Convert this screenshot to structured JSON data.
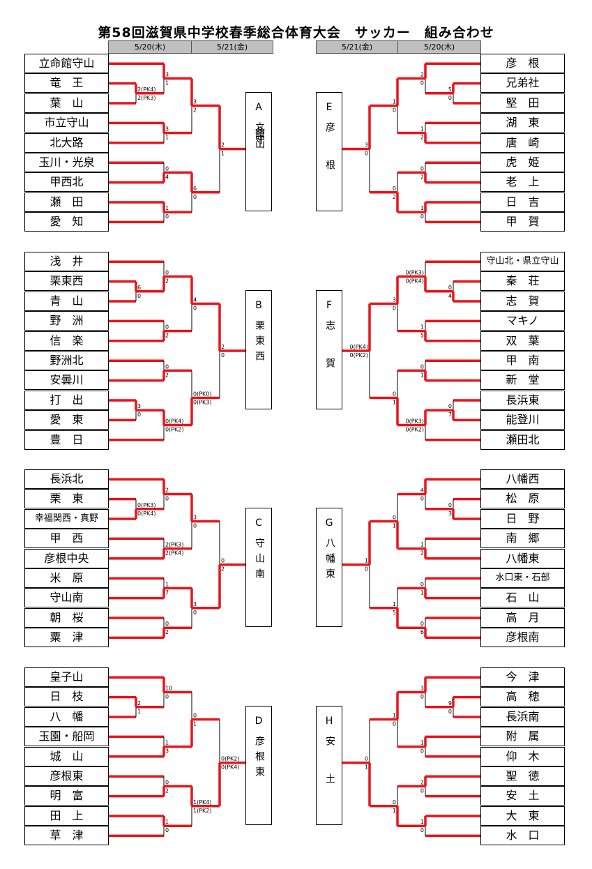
{
  "title": "第58回滋賀県中学校春季総合体育大会　サッカー　組み合わせ",
  "date_headers": {
    "left_r1": "5/20(木)",
    "left_r2": "5/21(金)",
    "right_r2": "5/21(金)",
    "right_r1": "5/20(木)"
  },
  "colors": {
    "win_line": "#e8141a",
    "line": "#000000",
    "header_bg": "#bfbfbf"
  },
  "blocks": [
    {
      "side": "left",
      "letter": "A",
      "winner": "立命館守山",
      "teams": [
        "立命館守山",
        "竜　王",
        "葉　山",
        "市立守山",
        "北大路",
        "玉川・光泉",
        "甲西北",
        "瀬　田",
        "愛　知"
      ],
      "pre": {
        "a": "2(PK4)",
        "b": "2(PK3)"
      },
      "r1": [
        [
          "3",
          "1"
        ],
        [
          "3",
          "1"
        ],
        [
          "0",
          "4"
        ],
        [
          "1",
          "0"
        ]
      ],
      "r2": [
        [
          "3",
          "2"
        ],
        [
          "6",
          "0"
        ]
      ],
      "final": [
        "2",
        "1"
      ]
    },
    {
      "side": "left",
      "letter": "B",
      "winner": "栗東西",
      "teams": [
        "浅　井",
        "栗東西",
        "青　山",
        "野　洲",
        "信　楽",
        "野洲北",
        "安曇川",
        "打　出",
        "愛　東",
        "豊　日"
      ],
      "pre": [
        [
          "6",
          "0"
        ],
        [
          "3",
          "0"
        ]
      ],
      "r1": [
        [
          "0",
          "2"
        ],
        [
          "0",
          "2"
        ],
        [
          "0",
          "2"
        ],
        [
          "0(PK4)",
          "0(PK2)"
        ]
      ],
      "r2": [
        [
          "4",
          "0"
        ],
        [
          "0(PK0)",
          "0(PK3)"
        ]
      ],
      "final": [
        "2",
        "0"
      ]
    },
    {
      "side": "left",
      "letter": "C",
      "winner": "守山南",
      "teams": [
        "長浜北",
        "栗　東",
        "幸福関西・真野",
        "甲　西",
        "彦根中央",
        "米　原",
        "守山南",
        "朝　桜",
        "粟　津"
      ],
      "pre": {
        "a": "0(PK3)",
        "b": "0(PK4)"
      },
      "r1": [
        [
          "2",
          "0"
        ],
        [
          "2(PK3)",
          "2(PK4)"
        ],
        [
          "1",
          "7"
        ],
        [
          "0",
          "2"
        ]
      ],
      "r2": [
        [
          "3",
          "0"
        ],
        [
          "3",
          "0"
        ]
      ],
      "final": [
        "0",
        "2"
      ]
    },
    {
      "side": "left",
      "letter": "D",
      "winner": "彦根東",
      "teams": [
        "皇子山",
        "日　枝",
        "八　幡",
        "玉園・船岡",
        "城　山",
        "彦根東",
        "明　富",
        "田　上",
        "草　津"
      ],
      "pre": {
        "a": "2",
        "b": "1"
      },
      "r1": [
        [
          "10",
          "0"
        ],
        [
          "1",
          "3"
        ],
        [
          "0",
          "2"
        ],
        [
          "1",
          "0"
        ]
      ],
      "r2": [
        [
          "0",
          "1"
        ],
        [
          "1(PK4)",
          "1(PK2)"
        ]
      ],
      "final": [
        "0(PK2)",
        "0(PK4)"
      ]
    },
    {
      "side": "right",
      "letter": "E",
      "winner": "彦根",
      "teams": [
        "彦　根",
        "兄弟社",
        "堅　田",
        "湖　東",
        "唐　崎",
        "虎　姫",
        "老　上",
        "日　吉",
        "甲　賀"
      ],
      "pre": {
        "a": "5",
        "b": "0"
      },
      "r1": [
        [
          "2",
          "0"
        ],
        [
          "1",
          "2"
        ],
        [
          "0",
          "2"
        ],
        [
          "1",
          "0"
        ]
      ],
      "r2": [
        [
          "1",
          "0"
        ],
        [
          "0",
          "2"
        ]
      ],
      "final": [
        "3",
        "0"
      ]
    },
    {
      "side": "right",
      "letter": "F",
      "winner": "志賀",
      "teams": [
        "守山北・県立守山",
        "秦　荘",
        "志　賀",
        "マキノ",
        "双　葉",
        "甲　南",
        "新　堂",
        "長浜東",
        "能登川",
        "瀬田北"
      ],
      "pre": [
        [
          "0",
          "4"
        ],
        [
          "0",
          "7"
        ]
      ],
      "r1": [
        [
          "0(PK3)",
          "0(PK4)"
        ],
        [
          "1",
          "5"
        ],
        [
          "0",
          "1"
        ],
        [
          "0(PK3)",
          "0(PK2)"
        ]
      ],
      "r2": [
        [
          "3",
          "0"
        ],
        [
          "0",
          "1"
        ]
      ],
      "final": [
        "0(PK4)",
        "0(PK2)"
      ]
    },
    {
      "side": "right",
      "letter": "G",
      "winner": "八幡東",
      "teams": [
        "八幡西",
        "松　原",
        "日　野",
        "南　郷",
        "八幡東",
        "水口東・石部",
        "石　山",
        "高　月",
        "彦根南"
      ],
      "pre": {
        "a": "0",
        "b": "3"
      },
      "r1": [
        [
          "4",
          "0"
        ],
        [
          "1",
          "2"
        ],
        [
          "0",
          "1"
        ],
        [
          "0",
          "6"
        ]
      ],
      "r2": [
        [
          "0",
          "1"
        ],
        [
          "1",
          "5"
        ]
      ],
      "final": [
        "1",
        "0"
      ]
    },
    {
      "side": "right",
      "letter": "H",
      "winner": "安土",
      "teams": [
        "今　津",
        "高　穂",
        "長浜南",
        "附　属",
        "仰　木",
        "聖　徳",
        "安　土",
        "大　東",
        "水　口"
      ],
      "pre": {
        "a": "9",
        "b": "0"
      },
      "r1": [
        [
          "3",
          "0"
        ],
        [
          "1",
          "0"
        ],
        [
          "2",
          "0"
        ],
        [
          "1",
          "0"
        ]
      ],
      "r2": [
        [
          "1",
          "0"
        ],
        [
          "0",
          "1"
        ]
      ],
      "final": [
        "0",
        "1"
      ]
    }
  ]
}
